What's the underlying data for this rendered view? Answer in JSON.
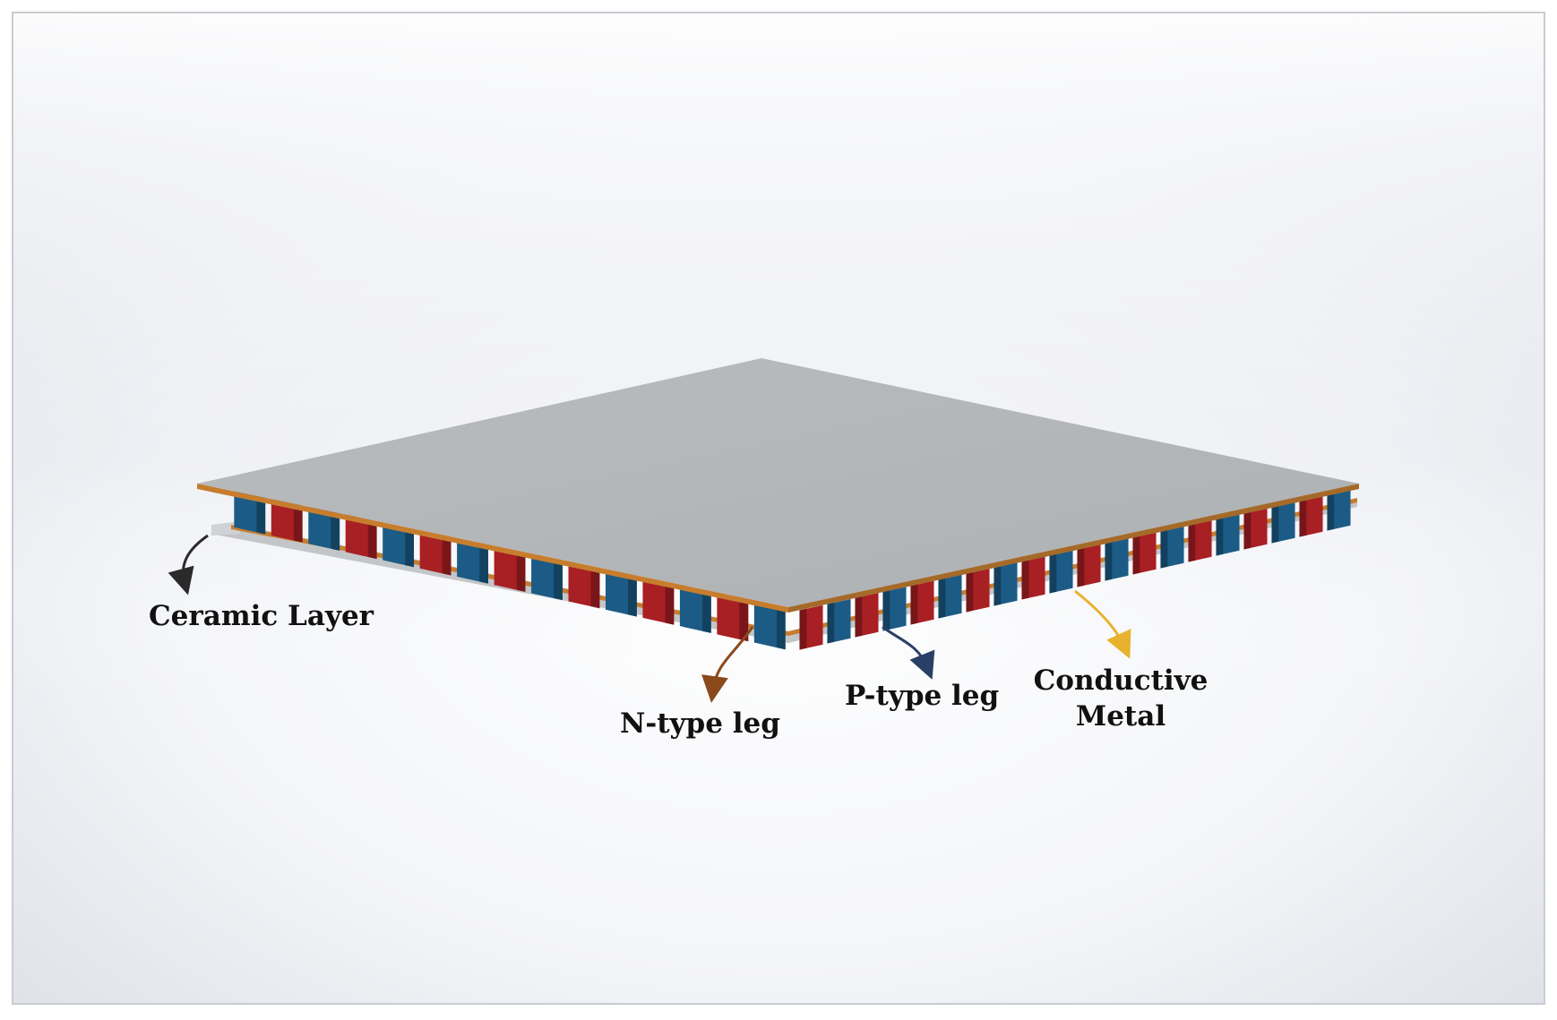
{
  "labels": {
    "ceramic_layer": "Ceramic Layer",
    "n_type_leg": "N-type leg",
    "p_type_leg": "P-type leg",
    "conductive_metal_line1": "Conductive",
    "conductive_metal_line2": "Metal"
  },
  "colors": {
    "n_leg": "#a81f24",
    "p_leg": "#1b5b86",
    "ceramic": "#b7babc",
    "conductive_metal": "#c77d2e",
    "arrow_ceramic": "#2a2a2a",
    "arrow_n": "#8b4a1c",
    "arrow_p": "#2a3f66",
    "arrow_metal": "#e7b22e"
  },
  "legs": {
    "front_pairs": 7,
    "right_pairs": 10
  }
}
